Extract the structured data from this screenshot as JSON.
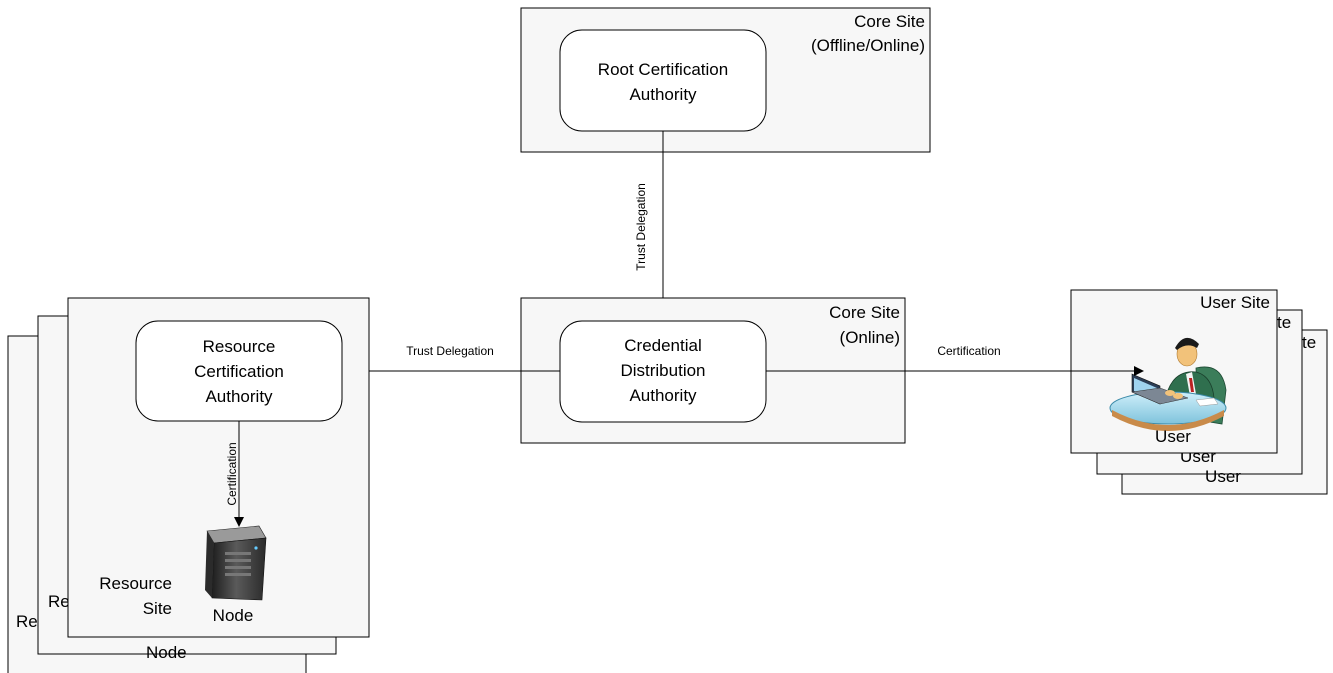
{
  "core_root": {
    "site_label_line1": "Core Site",
    "site_label_line2": "(Offline/Online)",
    "authority_line1": "Root Certification",
    "authority_line2": "Authority"
  },
  "core_online": {
    "site_label_line1": "Core Site",
    "site_label_line2": "(Online)",
    "authority_line1": "Credential",
    "authority_line2": "Distribution",
    "authority_line3": "Authority"
  },
  "resource_site": {
    "authority_line1": "Resource",
    "authority_line2": "Certification",
    "authority_line3": "Authority",
    "site_label_line1": "Resource",
    "site_label_line2": "Site",
    "node_label": "Node",
    "back_fragment_1": "Re",
    "back_fragment_2": "Re",
    "back_node_fragment": "Node"
  },
  "user_site": {
    "site_label": "User Site",
    "user_label": "User",
    "back_fragment_1": "te",
    "back_fragment_2": "te",
    "back_user_1": "User",
    "back_user_2": "User"
  },
  "edges": {
    "root_to_cda": "Trust Delegation",
    "resource_to_cda": "Trust Delegation",
    "cda_to_user": "Certification",
    "rca_to_node": "Certification"
  },
  "icons": {
    "server": "server-tower-icon",
    "user": "user-at-desk-icon"
  },
  "colors": {
    "site_fill": "#f7f7f7",
    "box_fill": "#ffffff",
    "stroke": "#000000"
  }
}
